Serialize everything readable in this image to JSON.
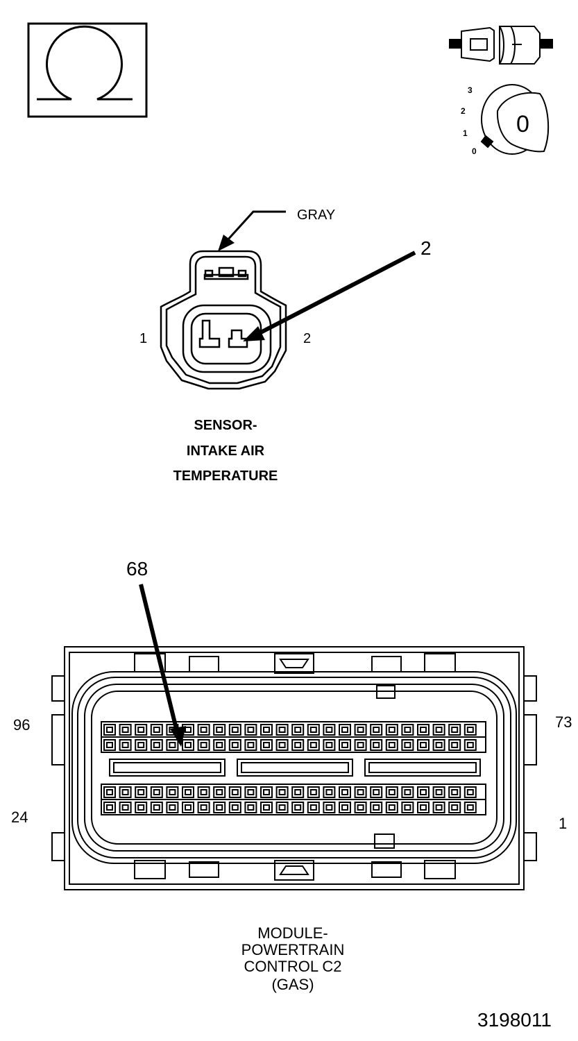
{
  "wire_color": "GRAY",
  "iat_sensor": {
    "callout": "2",
    "pin_left": "1",
    "pin_right": "2",
    "caption": [
      "SENSOR-",
      "INTAKE AIR",
      "TEMPERATURE"
    ]
  },
  "pcm_connector": {
    "callout": "68",
    "pin_top_left": "96",
    "pin_top_right": "73",
    "pin_bottom_left": "24",
    "pin_bottom_right": "1",
    "caption": [
      "MODULE-",
      "POWERTRAIN",
      "CONTROL C2",
      "(GAS)"
    ]
  },
  "ignition_positions": [
    "3",
    "2",
    "1",
    "0"
  ],
  "key_label": "0",
  "figure_number": "3198011",
  "icons": [
    "ohmmeter-icon",
    "disconnected-connector-icon",
    "ignition-key-off-icon"
  ]
}
